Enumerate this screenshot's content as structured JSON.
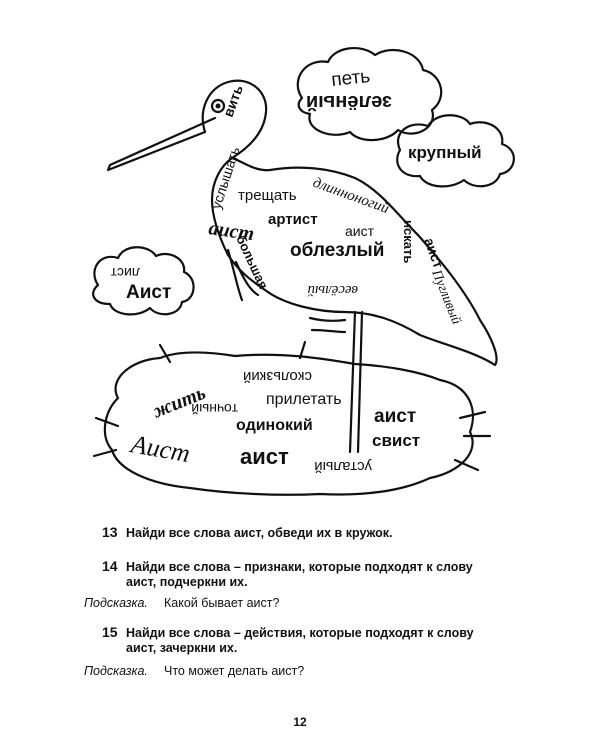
{
  "illustration": {
    "words": {
      "pet": "петь",
      "zelenyi": "зелёный",
      "krupnyi": "крупный",
      "vit": "вить",
      "uslyshat": "услышать",
      "treshchat": "трещать",
      "dlinnonogiy": "длинноногий",
      "aist_script_body": "аист",
      "artist": "артист",
      "aist_body_small": "аист",
      "iskat": "искать",
      "aist_body_right": "аист",
      "bolshaya": "большая",
      "oblezlyi": "облезлый",
      "puglivyi": "Пугливый",
      "veselyi": "весёлый",
      "list": "лист",
      "aist_cloud_left": "Аист",
      "skolzkiy": "скользкий",
      "zhit": "жить",
      "tochnyi": "точный",
      "priletat": "прилетать",
      "odinokiy": "одинокий",
      "aist_nest_right": "аист",
      "svist": "свист",
      "aist_script_nest": "Аист",
      "aist_nest_bold": "аист",
      "ustalyi": "усталый"
    }
  },
  "tasks": [
    {
      "number": "13",
      "text": "Найди все слова аист, обведи их в кружок."
    },
    {
      "number": "14",
      "text": "Найди все слова – признаки, которые подходят к слову аист, подчеркни их."
    },
    {
      "number": "15",
      "text": "Найди все слова – действия, которые подходят к слову аист, зачеркни их."
    }
  ],
  "hints": [
    {
      "label": "Подсказка.",
      "text": "Какой бывает аист?"
    },
    {
      "label": "Подсказка.",
      "text": "Что может делать аист?"
    }
  ],
  "page_number": "12"
}
